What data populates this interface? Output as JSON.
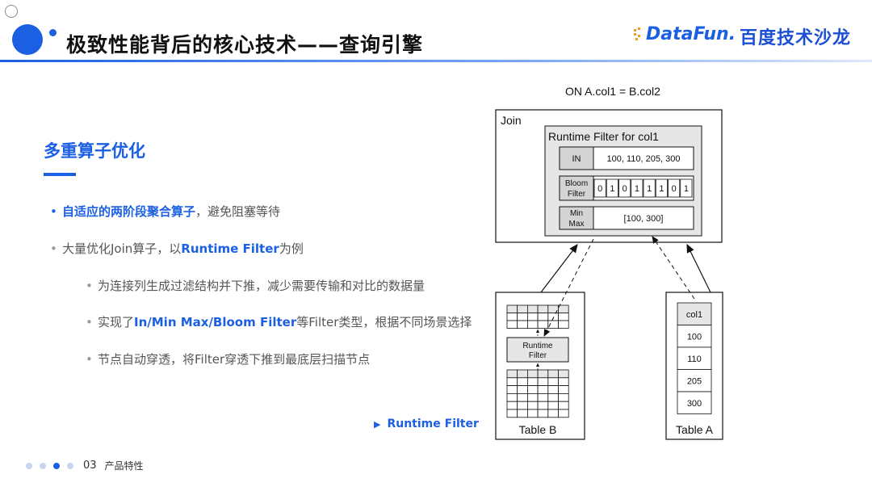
{
  "header": {
    "title": "极致性能背后的核心技术——查询引擎",
    "logo_datafun": "DataFun.",
    "logo_baidu": "百度技术沙龙"
  },
  "section": {
    "title": "多重算子优化"
  },
  "bullets": {
    "b1_em": "自适应的两阶段聚合算子",
    "b1_rest": "，避免阻塞等待",
    "b2_pre": "大量优化Join算子，以",
    "b2_em": "Runtime Filter",
    "b2_post": "为例",
    "b3": "为连接列生成过滤结构并下推，减少需要传输和对比的数据量",
    "b4_pre": "实现了",
    "b4_em": "In/Min Max/Bloom Filter",
    "b4_post": "等Filter类型，根据不同场景选择",
    "b5": "节点自动穿透，将Filter穿透下推到最底层扫描节点"
  },
  "runtime_filter_link": "Runtime Filter",
  "footer": {
    "page_number": "03",
    "section_label": "产品特性",
    "dots": 4,
    "active_dot": 3
  },
  "diagram": {
    "join_condition": "ON A.col1 = B.col2",
    "join_label": "Join",
    "rf_title": "Runtime Filter for col1",
    "in_label": "IN",
    "in_values": "100, 110, 205, 300",
    "bloom_label_1": "Bloom",
    "bloom_label_2": "Filter",
    "bloom_bits": [
      "0",
      "1",
      "0",
      "1",
      "1",
      "1",
      "0",
      "1"
    ],
    "minmax_label_1": "Min",
    "minmax_label_2": "Max",
    "minmax_values": "[100,  300]",
    "runtime_filter_box_1": "Runtime",
    "runtime_filter_box_2": "Filter",
    "table_b_label": "Table B",
    "table_a_label": "Table A",
    "table_a_header": "col1",
    "table_a_values": [
      "100",
      "110",
      "205",
      "300"
    ]
  },
  "colors": {
    "accent": "#1b5fe3",
    "logo_orange": "#f39b1d",
    "box_fill": "#e6e6e6"
  }
}
